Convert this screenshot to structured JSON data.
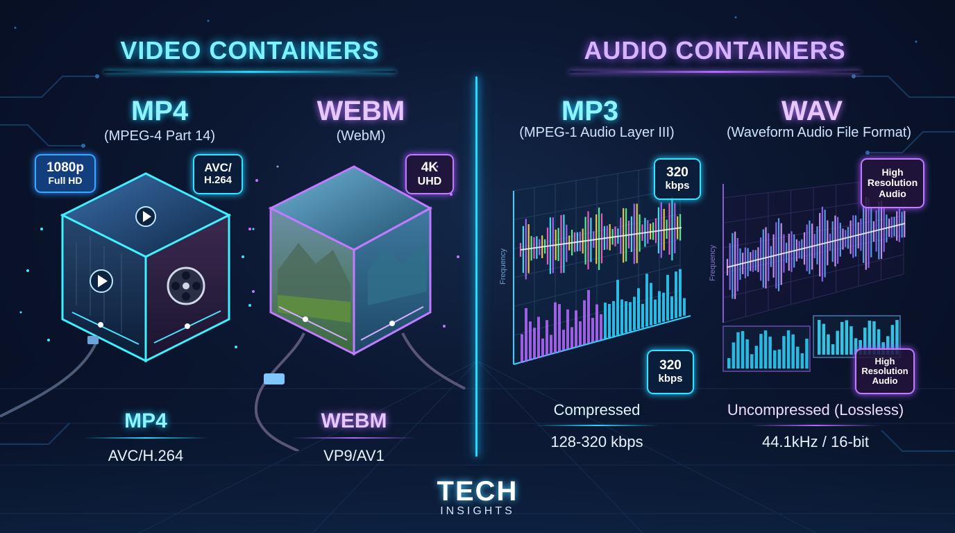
{
  "video_section": {
    "title_highlight": "VIDEO",
    "title_rest": " CONTAINERS",
    "formats": [
      {
        "name": "MP4",
        "subtitle": "(MPEG-4 Part 14)",
        "badges": [
          {
            "line1": "1080p",
            "line2": "Full HD"
          },
          {
            "line1": "AVC/",
            "line2": "H.264"
          }
        ],
        "bottom_name": "MP4",
        "bottom_codec": "AVC/H.264"
      },
      {
        "name": "WEBM",
        "subtitle": "(WebM)",
        "badges": [
          {
            "line1": "4K",
            "line2": "UHD"
          }
        ],
        "bottom_name": "WEBM",
        "bottom_codec": "VP9/AV1"
      }
    ]
  },
  "audio_section": {
    "title_highlight": "AUDIO",
    "title_rest": " CONTAINERS",
    "formats": [
      {
        "name": "MP3",
        "subtitle": "(MPEG-1 Audio Layer III)",
        "axis_label": "Frequency",
        "badges": [
          {
            "line1": "320",
            "line2": "kbps"
          },
          {
            "line1": "320",
            "line2": "kbps"
          }
        ],
        "compression": "Compressed",
        "spec": "128-320 kbps"
      },
      {
        "name": "WAV",
        "subtitle": "(Waveform Audio File Format)",
        "axis_label": "Frequency",
        "badges": [
          {
            "line1": "High",
            "line2": "Resolution",
            "line3": "Audio"
          },
          {
            "line1": "High",
            "line2": "Resolution",
            "line3": "Audio"
          }
        ],
        "compression": "Uncompressed (Lossless)",
        "spec": "44.1kHz / 16-bit"
      }
    ]
  },
  "logo": {
    "line1": "TECH",
    "line2": "INSIGHTS"
  },
  "colors": {
    "accent_cyan": "#27d8ff",
    "accent_violet": "#b06bff",
    "background": "#0b1630"
  },
  "icons": [
    "play-icon",
    "film-reel-icon",
    "waveform-icon",
    "cable-connector-icon"
  ]
}
